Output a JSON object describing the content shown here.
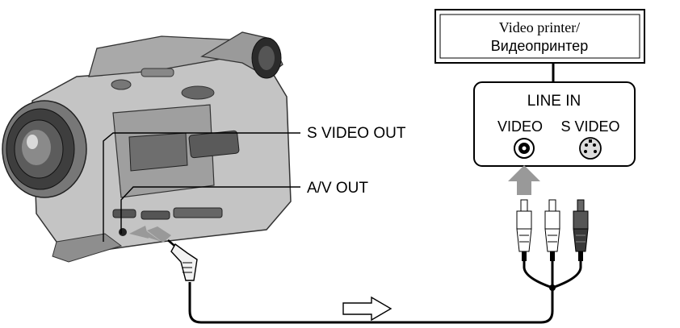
{
  "printer_box": {
    "line1": "Video printer/",
    "line2": "Видеопринтер"
  },
  "input_panel": {
    "title": "LINE IN",
    "video_label": "VIDEO",
    "svideo_label": "S VIDEO"
  },
  "callouts": {
    "svideo_out": "S VIDEO OUT",
    "av_out": "A/V OUT"
  },
  "colors": {
    "arrow_gray": "#999999",
    "camera_body": "#b8b8b8",
    "camera_dark": "#4a4a4a",
    "line": "#000000"
  },
  "icons": {
    "signal_flow": "hollow-right-arrow-icon",
    "connection": "gray-up-arrow-icon"
  }
}
